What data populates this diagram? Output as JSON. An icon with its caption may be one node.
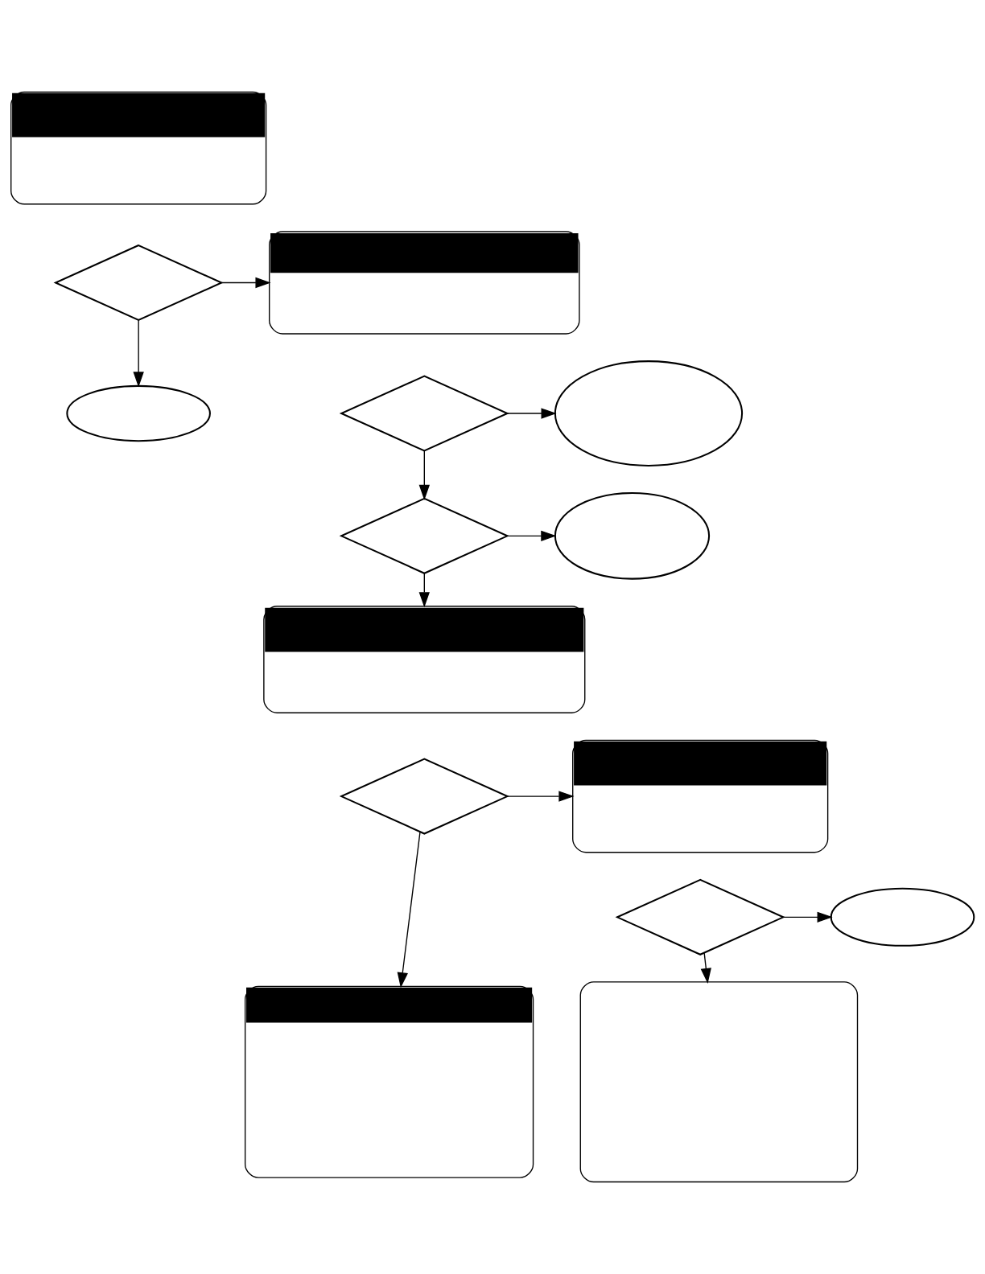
{
  "diagram": {
    "nodes": [
      {
        "text": [],
        "shape": "box"
      },
      {
        "text": [],
        "shape": "diamond"
      },
      {
        "text": [],
        "shape": "box"
      },
      {
        "text": [],
        "shape": "ellipse"
      },
      {
        "text": [],
        "shape": "diamond"
      },
      {
        "text": [],
        "shape": "ellipse"
      },
      {
        "text": [],
        "shape": "ellipse"
      },
      {
        "text": [],
        "shape": "diamond"
      },
      {
        "text": [],
        "shape": "box"
      },
      {
        "text": [],
        "shape": "box"
      },
      {
        "text": [],
        "shape": "diamond"
      },
      {
        "text": [],
        "shape": "diamond"
      },
      {
        "text": [],
        "shape": "ellipse"
      },
      {
        "text": [],
        "shape": "box"
      },
      {
        "text": [],
        "shape": "box"
      }
    ],
    "edges": [
      {
        "from": 1,
        "to": 2,
        "arrow": "to"
      },
      {
        "from": 1,
        "to": 5,
        "arrow": "to"
      },
      {
        "from": 4,
        "to": 3,
        "arrow": "to"
      },
      {
        "from": 4,
        "to": 7,
        "arrow": "to"
      },
      {
        "from": 7,
        "to": 6,
        "arrow": "to"
      },
      {
        "from": 7,
        "to": 8,
        "arrow": "to"
      },
      {
        "from": 10,
        "to": 9,
        "arrow": "to"
      },
      {
        "from": 10,
        "to": 13,
        "arrow": "to"
      },
      {
        "from": 11,
        "to": 12,
        "arrow": "to"
      },
      {
        "from": 11,
        "to": 14,
        "arrow": "to"
      }
    ]
  }
}
